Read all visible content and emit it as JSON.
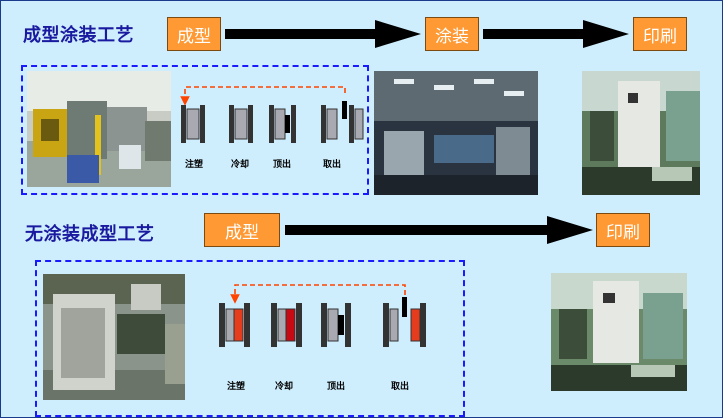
{
  "section1": {
    "title": "成型涂装工艺",
    "stages": [
      "成型",
      "涂装",
      "印刷"
    ],
    "steps": [
      "注塑",
      "冷却",
      "顶出",
      "取出"
    ]
  },
  "section2": {
    "title": "无涂装成型工艺",
    "stages": [
      "成型",
      "印刷"
    ],
    "steps": [
      "注塑",
      "冷却",
      "顶出",
      "取出"
    ]
  },
  "colors": {
    "stage_fill": "#ff9933",
    "title_text": "#1a1aa0",
    "background": "#cfeefd",
    "dash_border": "#1a1aff",
    "return_arrow": "#ff4400",
    "molded_part": "#e63c1e"
  }
}
